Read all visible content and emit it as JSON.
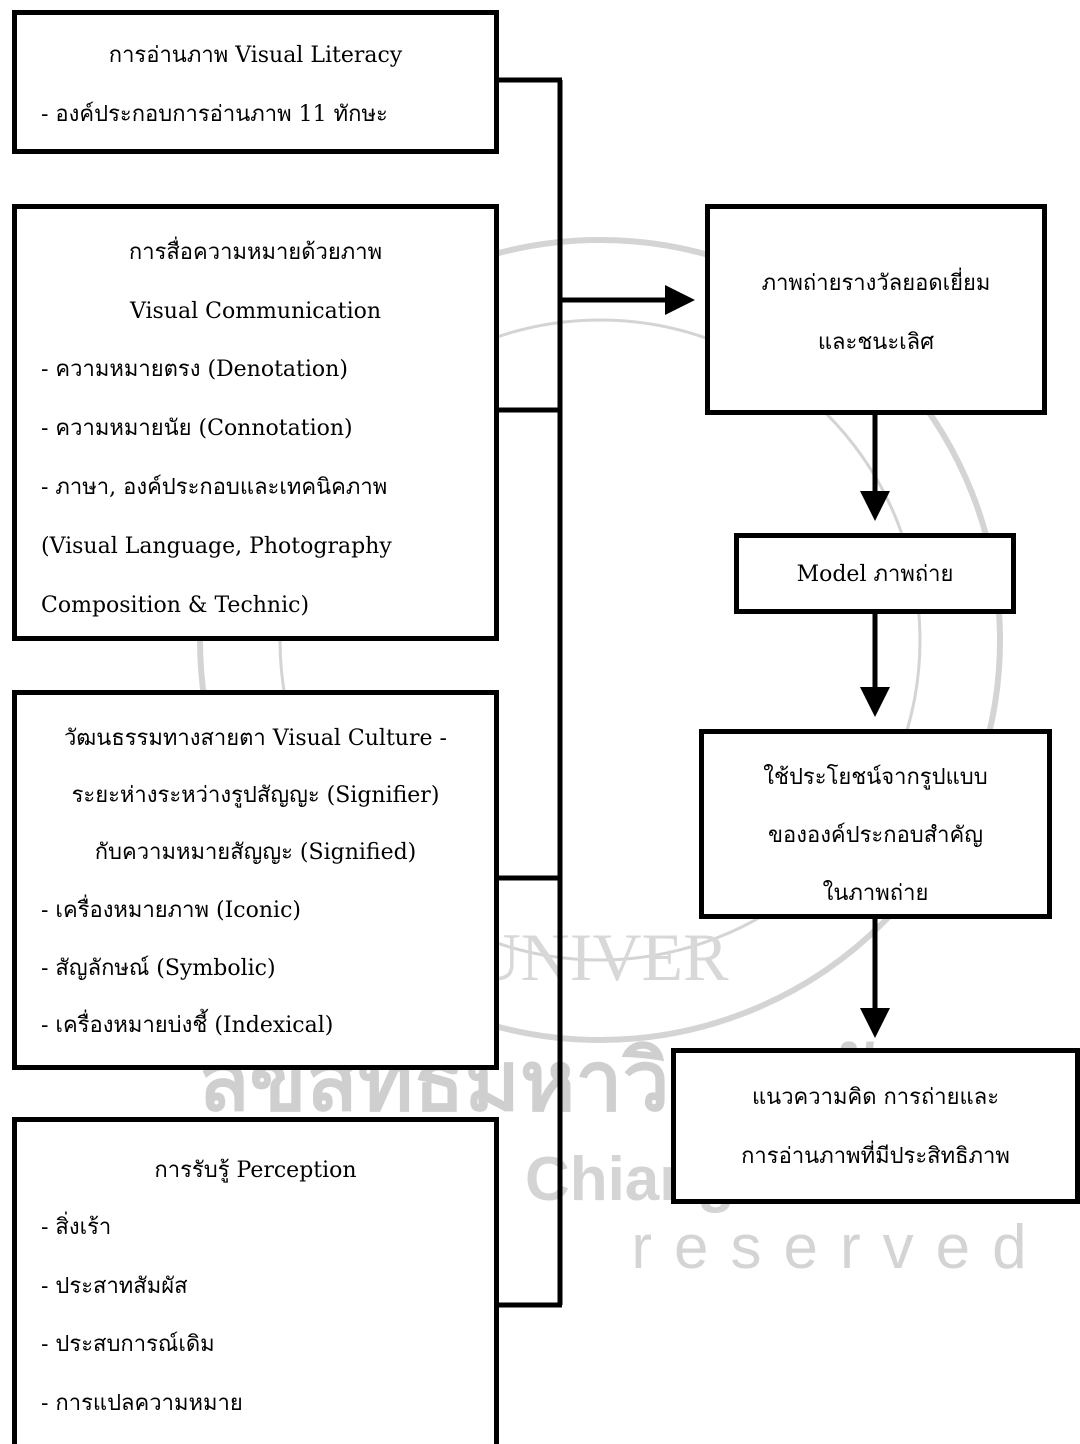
{
  "watermark": {
    "university_thai": "ลิขสิทธิ์มหาวิทยาลัย",
    "city": "Chiang",
    "reserved": "reserved",
    "university": "UNIVER"
  },
  "left_boxes": [
    {
      "lines": [
        "การอ่านภาพ Visual Literacy",
        "-  องค์ประกอบการอ่านภาพ 11 ทักษะ"
      ]
    },
    {
      "lines": [
        "การสื่อความหมายด้วยภาพ",
        "Visual Communication",
        "-  ความหมายตรง (Denotation)",
        "-  ความหมายนัย (Connotation)",
        "- ภาษา, องค์ประกอบและเทคนิคภาพ",
        "(Visual Language, Photography",
        "Composition & Technic)"
      ]
    },
    {
      "lines": [
        "วัฒนธรรมทางสายตา Visual Culture -",
        "ระยะห่างระหว่างรูปสัญญะ (Signifier)",
        "กับความหมายสัญญะ (Signified)",
        "- เครื่องหมายภาพ (Iconic)",
        "- สัญลักษณ์ (Symbolic)",
        "- เครื่องหมายบ่งชี้ (Indexical)"
      ]
    },
    {
      "lines": [
        "การรับรู้ Perception",
        "- สิ่งเร้า",
        "- ประสาทสัมผัส",
        "- ประสบการณ์เดิม",
        "- การแปลความหมาย"
      ]
    }
  ],
  "right_boxes": [
    {
      "lines": [
        "ภาพถ่ายรางวัลยอดเยี่ยม",
        "และชนะเลิศ"
      ]
    },
    {
      "lines": [
        "Model ภาพถ่าย"
      ]
    },
    {
      "lines": [
        "ใช้ประโยชน์จากรูปแบบ",
        "ขององค์ประกอบสำคัญ",
        "ในภาพถ่าย"
      ]
    },
    {
      "lines": [
        "แนวความคิด การถ่ายและ",
        "การอ่านภาพที่มีประสิทธิภาพ"
      ]
    }
  ]
}
